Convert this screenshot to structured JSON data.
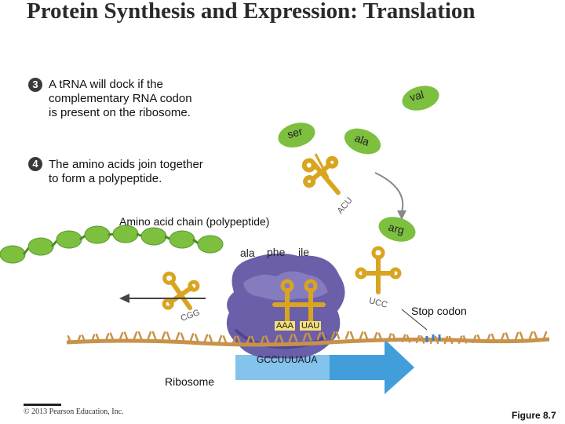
{
  "title": "Protein Synthesis and Expression: Translation",
  "steps": [
    {
      "number": "3",
      "text_lines": [
        "A tRNA will dock if the",
        "complementary RNA codon",
        "is present on the ribosome."
      ]
    },
    {
      "number": "4",
      "text_lines": [
        "The amino acids join together",
        "to form a polypeptide."
      ]
    }
  ],
  "amino_acids": {
    "val": "val",
    "ser": "ser",
    "ala_free": "ala",
    "arg": "arg",
    "ala": "ala",
    "phe": "phe",
    "ile": "ile"
  },
  "anticodons": {
    "docked_left": "AAA",
    "docked_right": "UAU",
    "leaving": "CGG",
    "incoming": "UCC",
    "free": "ACU"
  },
  "labels": {
    "polypeptide": "Amino acid chain (polypeptide)",
    "stop_codon": "Stop codon",
    "mrna_sequence": "GCCUUUAUA",
    "ribosome": "Ribosome"
  },
  "footer": {
    "copyright": "© 2013 Pearson Education, Inc.",
    "figure": "Figure 8.7"
  },
  "colors": {
    "amino_acid_green": "#7dbf3f",
    "ribosome_purple": "#6a5fa8",
    "trna_gold": "#d9a520",
    "mrna_tan": "#c8924a",
    "arrow_blue": "#3a9ad9",
    "stop_codon_blue": "#3b7fc4"
  }
}
